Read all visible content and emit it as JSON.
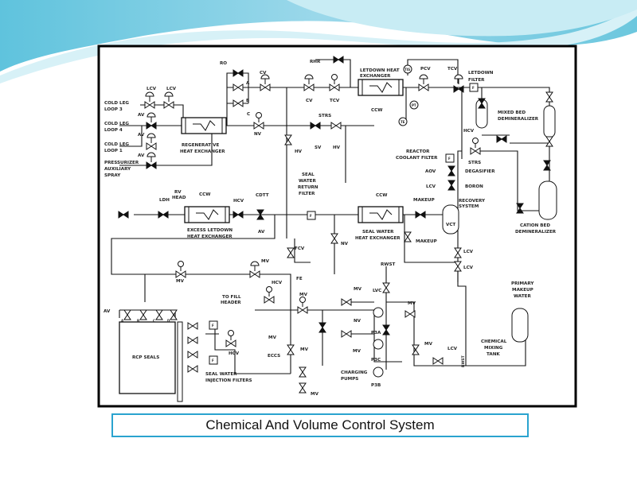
{
  "slide": {
    "caption": "Chemical And Volume Control System",
    "colors": {
      "swoosh_light": "#bfe9f2",
      "swoosh_mid": "#6cc7de",
      "swoosh_dark": "#3aa6cf",
      "caption_border": "#2aa3cf",
      "frame": "#000000"
    }
  },
  "labels": [
    "COLD LEG",
    "LOOP 3",
    "COLD LEG",
    "LOOP 4",
    "COLD LEG",
    "LOOP 1",
    "PRESSURIZER",
    "AUXILIARY",
    "SPRAY",
    "LCV",
    "LCV",
    "AV",
    "AV",
    "AV",
    "REGENERATIVE",
    "HEAT EXCHANGER",
    "RO",
    "A",
    "B",
    "C",
    "CV",
    "NV",
    "RHR",
    "CV",
    "TCV",
    "STRS",
    "HV",
    "SV",
    "HV",
    "LETDOWN HEAT",
    "EXCHANGER",
    "TIS",
    "PCV",
    "TCV",
    "PT",
    "TE",
    "CCW",
    "LETDOWN",
    "FILTER",
    "MIXED BED",
    "DEMINERALIZER",
    "HCV",
    "REACTOR",
    "COOLANT FILTER",
    "STRS",
    "AOV",
    "DEGASIFIER",
    "LCV",
    "BORON",
    "MAKEUP",
    "RECOVERY",
    "SYSTEM",
    "VCT",
    "CATION BED",
    "DEMINERALIZER",
    "SEAL",
    "WATER",
    "RETURN",
    "FILTER",
    "CCW",
    "RV",
    "HEAD",
    "LDH",
    "HCV",
    "CDTT",
    "AV",
    "EXCESS LETDOWN",
    "HEAT EXCHANGER",
    "CCW",
    "SEAL WATER",
    "HEAT EXCHANGER",
    "MAKEUP",
    "NV",
    "FCV",
    "FE",
    "MV",
    "MV",
    "HCV",
    "TO FILL",
    "HEADER",
    "MV",
    "MV",
    "LVC",
    "RWST",
    "MV",
    "AV",
    "A",
    "B",
    "C",
    "D",
    "RCP SEALS",
    "HCV",
    "SEAL WATER",
    "INJECTION FILTERS",
    "MV",
    "ECCS",
    "MV",
    "MV",
    "NV",
    "MV",
    "P3A",
    "P3C",
    "CHARGING",
    "PUMPS",
    "P3B",
    "MV",
    "LCV",
    "RWST",
    "LCV",
    "LCV",
    "PRIMARY",
    "MAKEUP",
    "WATER",
    "CHEMICAL",
    "MIXING",
    "TANK",
    "F",
    "F",
    "F",
    "F",
    "F"
  ]
}
